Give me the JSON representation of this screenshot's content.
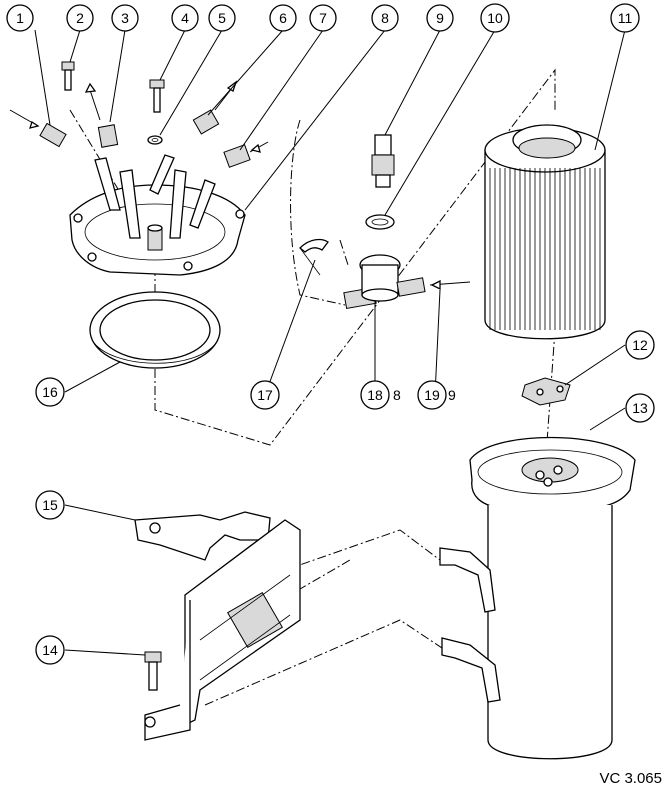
{
  "callouts": [
    {
      "label": "1"
    },
    {
      "label": "2"
    },
    {
      "label": "3"
    },
    {
      "label": "4"
    },
    {
      "label": "5"
    },
    {
      "label": "6"
    },
    {
      "label": "7"
    },
    {
      "label": "8"
    },
    {
      "label": "9"
    },
    {
      "label": "10"
    },
    {
      "label": "11"
    },
    {
      "label": "12"
    },
    {
      "label": "13"
    },
    {
      "label": "14"
    },
    {
      "label": "15"
    },
    {
      "label": "16"
    },
    {
      "label": "17"
    },
    {
      "label": "18"
    },
    {
      "label": "19"
    }
  ],
  "suffixes": {
    "s18": "8",
    "s19": "9"
  },
  "reference_code": "VC 3.065"
}
